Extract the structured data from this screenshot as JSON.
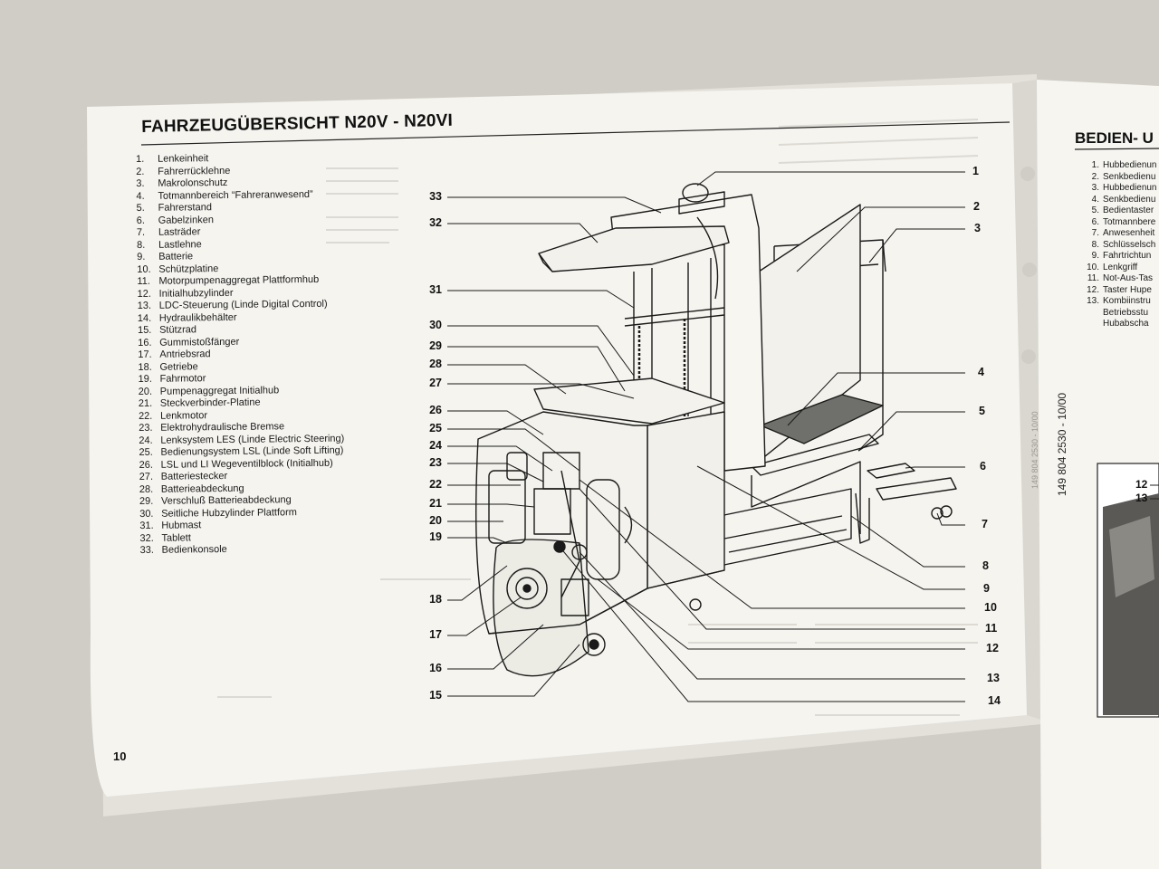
{
  "page": {
    "title": "FAHRZEUGÜBERSICHT N20V - N20VI",
    "page_number": "10",
    "code_faint": "149 804 2530 - 10/00",
    "code": "149 804 2530 - 10/00"
  },
  "legend": [
    {
      "num": "1.",
      "text": "Lenkeinheit"
    },
    {
      "num": "2.",
      "text": "Fahrerrücklehne"
    },
    {
      "num": "3.",
      "text": "Makrolonschutz"
    },
    {
      "num": "4.",
      "text": "Totmannbereich “Fahreranwesend”"
    },
    {
      "num": "5.",
      "text": "Fahrerstand"
    },
    {
      "num": "6.",
      "text": "Gabelzinken"
    },
    {
      "num": "7.",
      "text": "Lasträder"
    },
    {
      "num": "8.",
      "text": "Lastlehne"
    },
    {
      "num": "9.",
      "text": "Batterie"
    },
    {
      "num": "10.",
      "text": "Schützplatine"
    },
    {
      "num": "11.",
      "text": "Motorpumpenaggregat Plattformhub"
    },
    {
      "num": "12.",
      "text": "Initialhubzylinder"
    },
    {
      "num": "13.",
      "text": "LDC-Steuerung (Linde Digital Control)"
    },
    {
      "num": "14.",
      "text": "Hydraulikbehälter"
    },
    {
      "num": "15.",
      "text": "Stützrad"
    },
    {
      "num": "16.",
      "text": "Gummistoßfänger"
    },
    {
      "num": "17.",
      "text": "Antriebsrad"
    },
    {
      "num": "18.",
      "text": "Getriebe"
    },
    {
      "num": "19.",
      "text": "Fahrmotor"
    },
    {
      "num": "20.",
      "text": "Pumpenaggregat Initialhub"
    },
    {
      "num": "21.",
      "text": "Steckverbinder-Platine"
    },
    {
      "num": "22.",
      "text": "Lenkmotor"
    },
    {
      "num": "23.",
      "text": "Elektrohydraulische Bremse"
    },
    {
      "num": "24.",
      "text": "Lenksystem LES (Linde Electric Steering)"
    },
    {
      "num": "25.",
      "text": "Bedienungsystem LSL (Linde Soft Lifting)"
    },
    {
      "num": "26.",
      "text": "LSL und LI Wegeventilblock (Initialhub)"
    },
    {
      "num": "27.",
      "text": "Batteriestecker"
    },
    {
      "num": "28.",
      "text": "Batterieabdeckung"
    },
    {
      "num": "29.",
      "text": "Verschluß Batterieabdeckung"
    },
    {
      "num": "30.",
      "text": "Seitliche Hubzylinder Plattform"
    },
    {
      "num": "31.",
      "text": "Hubmast"
    },
    {
      "num": "32.",
      "text": "Tablett"
    },
    {
      "num": "33.",
      "text": "Bedienkonsole"
    }
  ],
  "right_page": {
    "title": "BEDIEN- U",
    "legend": [
      {
        "num": "1.",
        "text": "Hubbedienun"
      },
      {
        "num": "2.",
        "text": "Senkbedienu"
      },
      {
        "num": "3.",
        "text": "Hubbedienun"
      },
      {
        "num": "4.",
        "text": "Senkbedienu"
      },
      {
        "num": "5.",
        "text": "Bedientaster"
      },
      {
        "num": "6.",
        "text": "Totmannbere"
      },
      {
        "num": "7.",
        "text": "Anwesenheit"
      },
      {
        "num": "8.",
        "text": "Schlüsselsch"
      },
      {
        "num": "9.",
        "text": "Fahrtrichtun"
      },
      {
        "num": "10.",
        "text": "Lenkgriff"
      },
      {
        "num": "11.",
        "text": "Not-Aus-Tas"
      },
      {
        "num": "12.",
        "text": "Taster Hupe"
      },
      {
        "num": "13.",
        "text": "Kombiinstru"
      },
      {
        "num": "",
        "text": "Betriebsstu"
      },
      {
        "num": "",
        "text": "Hubabscha"
      }
    ],
    "figure_labels": [
      "12",
      "13"
    ]
  },
  "callouts_left": [
    "33",
    "32",
    "31",
    "30",
    "29",
    "28",
    "27",
    "26",
    "25",
    "24",
    "23",
    "22",
    "21",
    "20",
    "19",
    "18",
    "17",
    "16",
    "15"
  ],
  "callouts_right": [
    "1",
    "2",
    "3",
    "4",
    "5",
    "6",
    "7",
    "8",
    "9",
    "10",
    "11",
    "12",
    "13",
    "14"
  ]
}
